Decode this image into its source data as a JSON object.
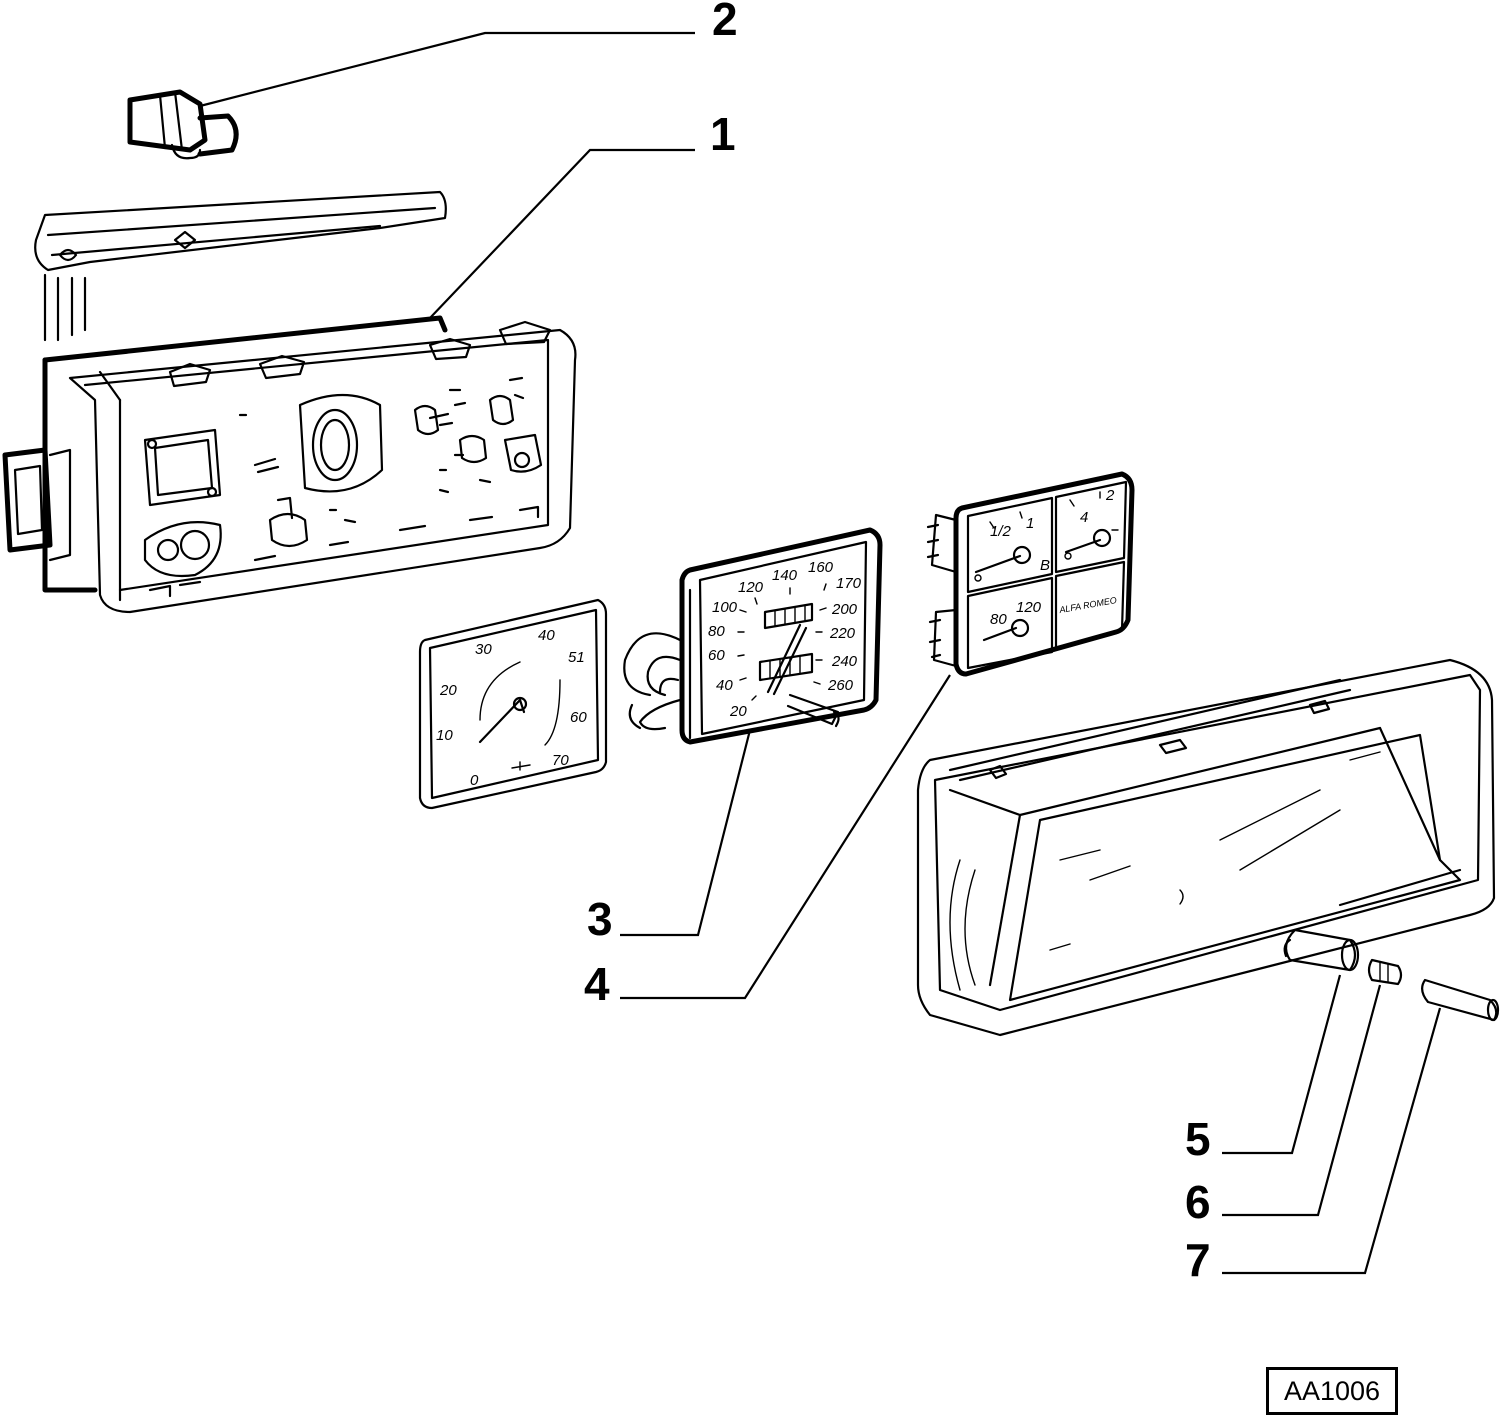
{
  "drawing_ref": "AA1006",
  "callouts": [
    {
      "id": "1",
      "label": "1"
    },
    {
      "id": "2",
      "label": "2"
    },
    {
      "id": "3",
      "label": "3"
    },
    {
      "id": "4",
      "label": "4"
    },
    {
      "id": "5",
      "label": "5"
    },
    {
      "id": "6",
      "label": "6"
    },
    {
      "id": "7",
      "label": "7"
    }
  ],
  "clock_dial": {
    "scale": [
      "10",
      "20",
      "30",
      "40",
      "51",
      "60",
      "70",
      "0"
    ]
  },
  "speedometer": {
    "scale": [
      "20",
      "40",
      "60",
      "80",
      "100",
      "120",
      "140",
      "160",
      "170",
      "200",
      "220",
      "240",
      "260"
    ]
  },
  "small_gauges": {
    "labels": [
      "1/2",
      "1",
      "4",
      "2",
      "B",
      "80",
      "120"
    ],
    "brand": "ALFA ROMEO"
  }
}
